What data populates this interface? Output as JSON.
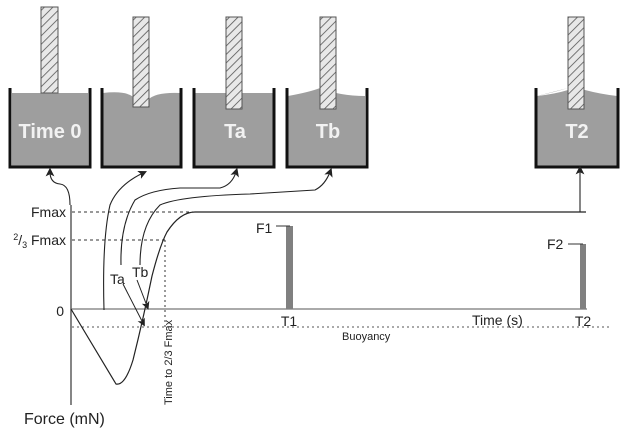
{
  "beakers": [
    {
      "label": "Time 0",
      "state": "flat"
    },
    {
      "label": "",
      "state": "meniscus-down"
    },
    {
      "label": "Ta",
      "state": "flat"
    },
    {
      "label": "Tb",
      "state": "meniscus-up"
    },
    {
      "label": "T2",
      "state": "meniscus-up"
    }
  ],
  "axes": {
    "y_label": "Force (mN)",
    "x_label": "Time (s)",
    "y_ticks": [
      "Fmax",
      "2/3 Fmax",
      "0"
    ],
    "y_tick_fmax": "Fmax",
    "y_tick_twothirds_sup": "2",
    "y_tick_twothirds_sub": "3",
    "y_tick_twothirds_rest": " Fmax",
    "y_tick_zero": "0"
  },
  "annotations": {
    "ta": "Ta",
    "tb": "Tb",
    "f1": "F1",
    "f2": "F2",
    "t1": "T1",
    "t2": "T2",
    "buoyancy": "Buoyancy",
    "time_to": "Time to 2/3 Fmax"
  },
  "colors": {
    "liquid": "#9e9e9e",
    "bar": "#808080",
    "line": "#222222",
    "axis": "#666666"
  }
}
